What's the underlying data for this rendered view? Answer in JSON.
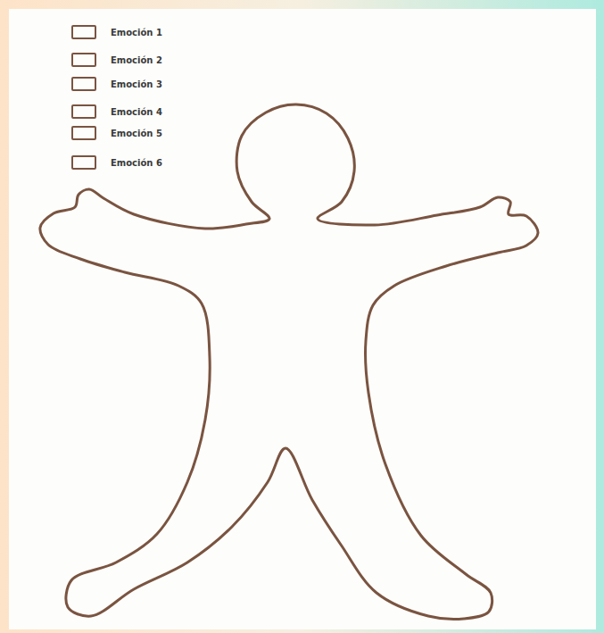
{
  "diagram": {
    "legend": [
      {
        "text": "Emoción 1"
      },
      {
        "text": "Emoción 2"
      },
      {
        "text": "Emoción 3"
      },
      {
        "text": "Emoción 4"
      },
      {
        "text": "Emoción 5"
      },
      {
        "text": "Emoción 6"
      }
    ]
  }
}
